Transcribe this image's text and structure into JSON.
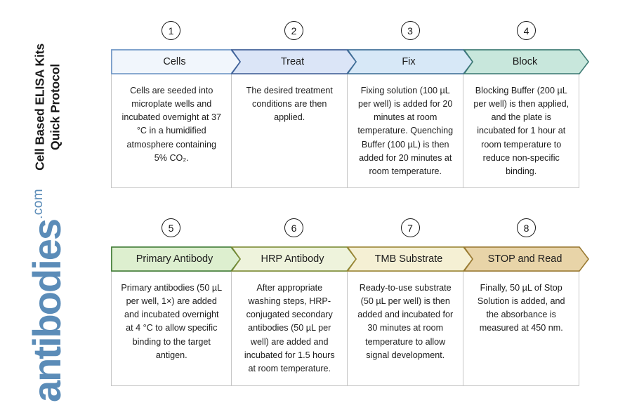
{
  "document": {
    "title_line1": "Cell Based ELISA Kits",
    "title_line2": "Quick Protocol",
    "brand_word": "antibodies",
    "brand_tld": ".com",
    "brand_color": "#5b8cb8"
  },
  "rows": [
    {
      "name": "row-1",
      "steps": [
        {
          "number": "1",
          "label": "Cells",
          "fill": "#f1f6fc",
          "stroke": "#6b93c4",
          "body": "Cells are seeded into microplate wells and incubated overnight at 37 °C in a humidified atmosphere containing 5% CO₂."
        },
        {
          "number": "2",
          "label": "Treat",
          "fill": "#dbe5f7",
          "stroke": "#3f5f96",
          "body": "The desired treatment conditions are then applied."
        },
        {
          "number": "3",
          "label": "Fix",
          "fill": "#d7e8f7",
          "stroke": "#3f6f96",
          "body": "Fixing solution (100 µL per well) is added for 20 minutes at room temperature. Quenching Buffer (100 µL) is then added for 20 minutes at room temperature."
        },
        {
          "number": "4",
          "label": "Block",
          "fill": "#c8e7dc",
          "stroke": "#3e7b74",
          "body": "Blocking Buffer (200 µL per well) is then applied, and the plate is incubated for 1 hour at room temperature to reduce non-specific binding."
        }
      ]
    },
    {
      "name": "row-2",
      "steps": [
        {
          "number": "5",
          "label": "Primary Antibody",
          "fill": "#ddefcf",
          "stroke": "#3f7a33",
          "body": "Primary antibodies (50 µL per well, 1×) are added and incubated overnight at 4 °C to allow specific binding to the target antigen."
        },
        {
          "number": "6",
          "label": "HRP Antibody",
          "fill": "#eef3dc",
          "stroke": "#7a8a33",
          "body": "After appropriate washing steps, HRP-conjugated secondary antibodies (50 µL per well) are added and incubated for 1.5 hours at room temperature."
        },
        {
          "number": "7",
          "label": "TMB Substrate",
          "fill": "#f5f0d4",
          "stroke": "#9a8433",
          "body": "Ready-to-use substrate (50 µL per well) is then added and incubated for 30 minutes at room temperature to allow signal development."
        },
        {
          "number": "8",
          "label": "STOP and Read",
          "fill": "#e8d4a8",
          "stroke": "#9a7a33",
          "body": "Finally, 50 µL of Stop Solution is added, and the absorbance is measured at 450 nm."
        }
      ]
    }
  ]
}
